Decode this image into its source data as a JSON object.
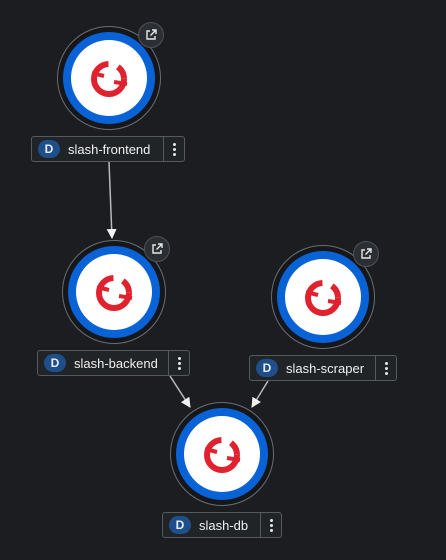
{
  "colors": {
    "background": "#1b1d21",
    "node_ring": "#0a63d6",
    "logo": "#e0222f",
    "edge": "#b8bbbe"
  },
  "nodes": [
    {
      "id": "frontend",
      "badge": "D",
      "name": "slash-frontend",
      "icon": "openshift-logo-icon",
      "link_icon": "external-link-icon"
    },
    {
      "id": "backend",
      "badge": "D",
      "name": "slash-backend",
      "icon": "openshift-logo-icon",
      "link_icon": "external-link-icon"
    },
    {
      "id": "scraper",
      "badge": "D",
      "name": "slash-scraper",
      "icon": "openshift-logo-icon",
      "link_icon": "external-link-icon"
    },
    {
      "id": "db",
      "badge": "D",
      "name": "slash-db",
      "icon": "openshift-logo-icon"
    }
  ],
  "edges": [
    {
      "from": "frontend",
      "to": "backend"
    },
    {
      "from": "backend",
      "to": "db"
    },
    {
      "from": "scraper",
      "to": "db"
    }
  ]
}
